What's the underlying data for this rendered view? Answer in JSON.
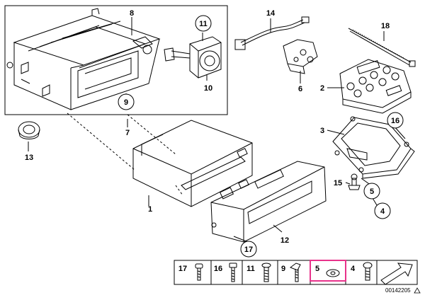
{
  "callouts": [
    {
      "id": "8",
      "label": "8"
    },
    {
      "id": "11",
      "label": "11"
    },
    {
      "id": "10",
      "label": "10"
    },
    {
      "id": "9",
      "label": "9"
    },
    {
      "id": "7",
      "label": "7"
    },
    {
      "id": "13",
      "label": "13"
    },
    {
      "id": "14",
      "label": "14"
    },
    {
      "id": "6",
      "label": "6"
    },
    {
      "id": "18",
      "label": "18"
    },
    {
      "id": "2",
      "label": "2"
    },
    {
      "id": "3",
      "label": "3"
    },
    {
      "id": "16",
      "label": "16"
    },
    {
      "id": "15",
      "label": "15"
    },
    {
      "id": "5",
      "label": "5"
    },
    {
      "id": "4",
      "label": "4"
    },
    {
      "id": "1",
      "label": "1"
    },
    {
      "id": "12",
      "label": "12"
    },
    {
      "id": "17",
      "label": "17"
    }
  ],
  "hardware_tray": [
    {
      "label": "17",
      "highlighted": false
    },
    {
      "label": "16",
      "highlighted": false
    },
    {
      "label": "11",
      "highlighted": false
    },
    {
      "label": "9",
      "highlighted": false
    },
    {
      "label": "5",
      "highlighted": true
    },
    {
      "label": "4",
      "highlighted": false
    }
  ],
  "document_number": "00142205",
  "highlight_color": "#e8338b"
}
